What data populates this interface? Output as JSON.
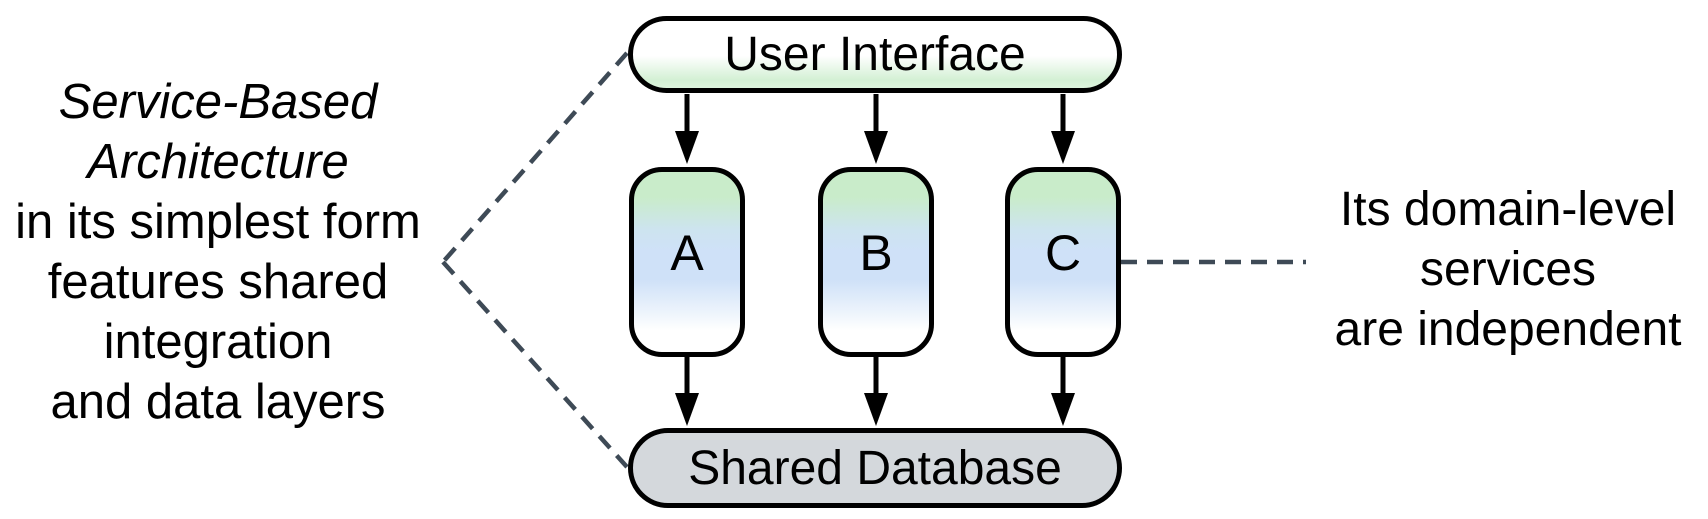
{
  "left_note": {
    "lines": [
      "Service-Based",
      "Architecture",
      "in its simplest form",
      "features shared",
      "integration",
      "and data layers"
    ],
    "italic_lines": 2
  },
  "right_note": {
    "lines": [
      "Its domain-level",
      "services",
      "are independent"
    ]
  },
  "diagram": {
    "ui_box": {
      "label": "User Interface"
    },
    "services": [
      {
        "label": "A"
      },
      {
        "label": "B"
      },
      {
        "label": "C"
      }
    ],
    "database_box": {
      "label": "Shared Database"
    },
    "colors": {
      "service_green": "#c9ecca",
      "service_blue": "#cfe1f8",
      "ui_green": "#d3f0d4",
      "database_gray": "#d4d8dc",
      "border_black": "#000000",
      "dash_slate": "#3e4a56",
      "text_black": "#000000",
      "background_white": "#ffffff"
    }
  }
}
